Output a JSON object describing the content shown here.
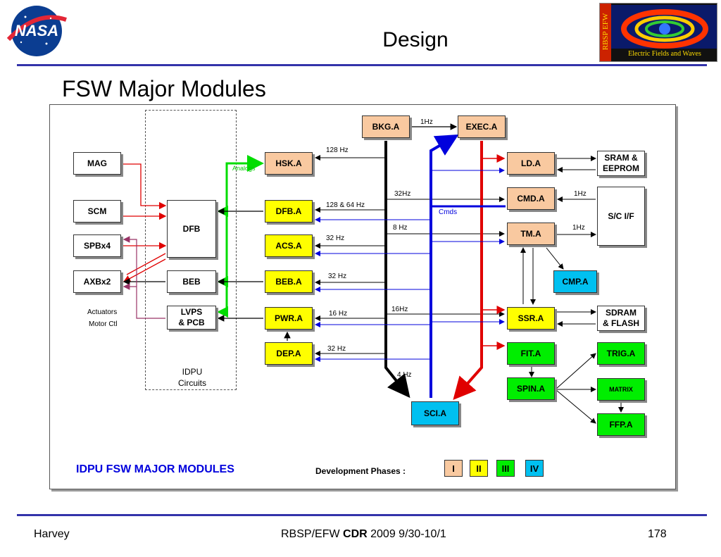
{
  "slide": {
    "title": "Design",
    "subtitle": "FSW Major Modules",
    "logo_left_text": "NASA",
    "logo_right_text": "RBSP EFW",
    "logo_right_caption": "Electric Fields and Waves"
  },
  "footer": {
    "left": "Harvey",
    "center_pre": "RBSP/EFW ",
    "center_bold": "CDR",
    "center_post": " 2009 9/30-10/1",
    "page": "178"
  },
  "diagram": {
    "heading": "IDPU FSW MAJOR MODULES",
    "dev_phases_label": "Development Phases :",
    "phases": [
      "I",
      "II",
      "III",
      "IV"
    ],
    "idpu_label": "IDPU\nCircuits",
    "actuators_label": "Actuators",
    "motor_label": "Motor Ctl",
    "boxes": {
      "mag": "MAG",
      "scm": "SCM",
      "spb": "SPBx4",
      "axb": "AXBx2",
      "dfb": "DFB",
      "beb": "BEB",
      "lvps": "LVPS\n& PCB",
      "bkg": "BKG.A",
      "exec": "EXEC.A",
      "hsk": "HSK.A",
      "dfba": "DFB.A",
      "acs": "ACS.A",
      "beba": "BEB.A",
      "pwr": "PWR.A",
      "dep": "DEP.A",
      "sci": "SCI.A",
      "ld": "LD.A",
      "cmd": "CMD.A",
      "tm": "TM.A",
      "cmp": "CMP.A",
      "ssr": "SSR.A",
      "fit": "FIT.A",
      "spin": "SPIN.A",
      "sram": "SRAM &\nEEPROM",
      "sc": "S/C I/F",
      "sdram": "SDRAM\n& FLASH",
      "trig": "TRIG.A",
      "matrix": "MATRIX",
      "ffp": "FFP.A"
    },
    "labels": {
      "l1hz_top": "1Hz",
      "l128": "128 Hz",
      "analogs": "Analogs",
      "l32hz": "32Hz",
      "l128_64": "128 & 64 Hz",
      "cmds": "Cmds",
      "l8hz": "8 Hz",
      "l32_acs": "32 Hz",
      "l32_beb": "32 Hz",
      "l16hz": "16Hz",
      "l16_pwr": "16 Hz",
      "l32_dep": "32 Hz",
      "l4hz": "4 Hz",
      "l1hz_cmd": "1Hz",
      "l1hz_tm": "1Hz"
    },
    "colors": {
      "red": "#e00000",
      "blue": "#0000dd",
      "green": "#00dd00",
      "black": "#000000",
      "maroon": "#993366"
    }
  }
}
